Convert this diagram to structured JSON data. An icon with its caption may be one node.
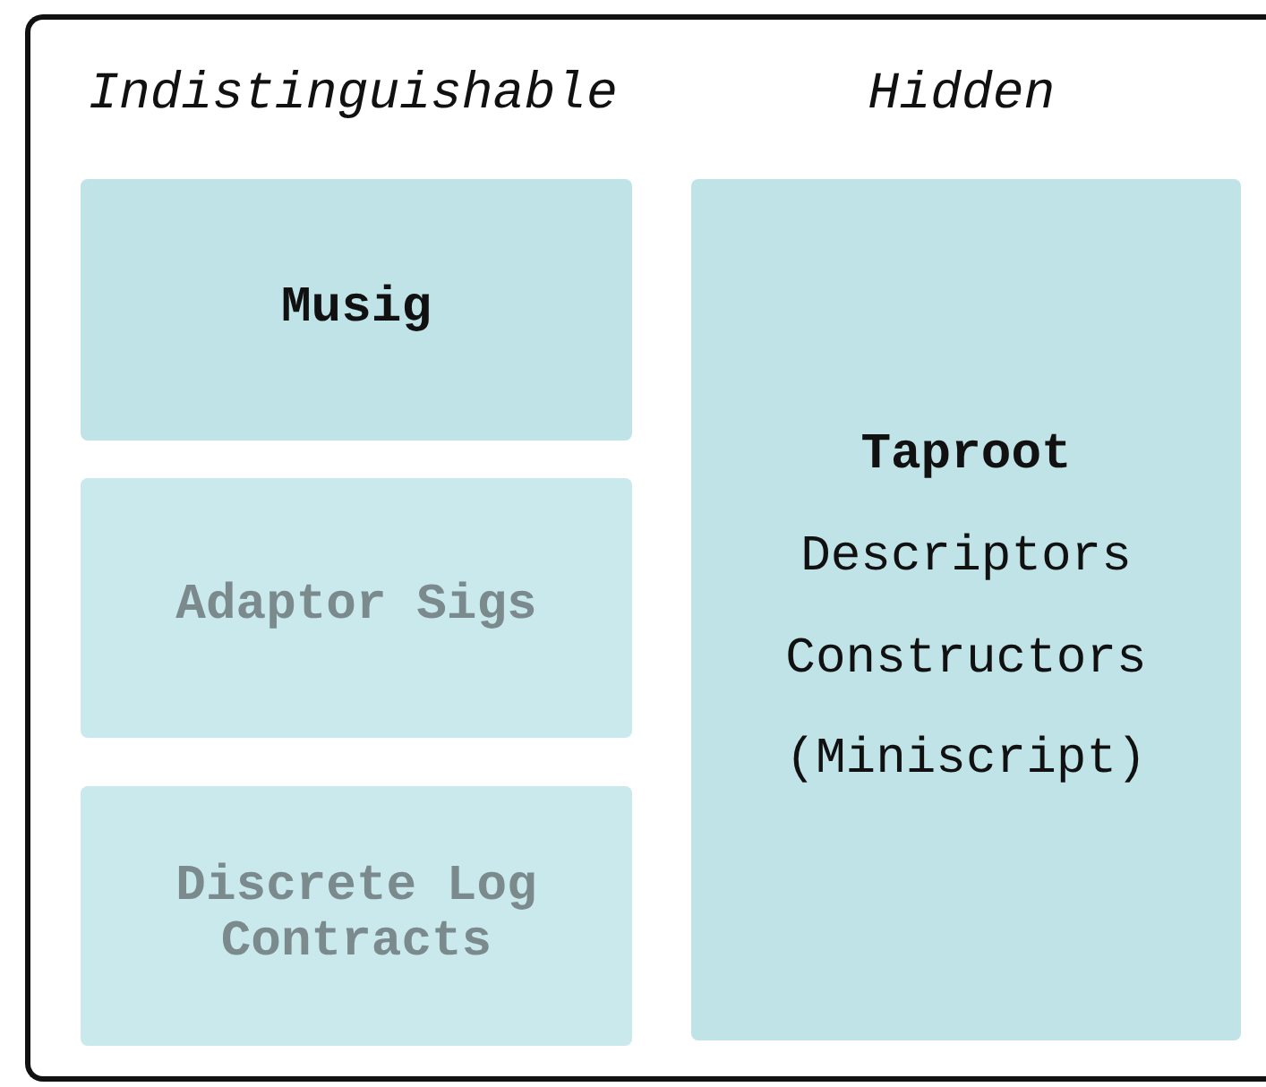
{
  "diagram": {
    "nodes": [
      {
        "text": [],
        "shape": "box"
      },
      {
        "text": [
          "Musig"
        ],
        "in": 0
      },
      {
        "text": [
          "Adaptor Sigs"
        ],
        "in": 0
      },
      {
        "text": [
          "Discrete Log Contracts"
        ],
        "in": 0
      },
      {
        "text": [
          "Taproot",
          "Descriptors",
          "Constructors",
          "(Miniscript)"
        ],
        "in": 0
      }
    ],
    "labels": [
      "Indistinguishable",
      "Hidden"
    ]
  }
}
